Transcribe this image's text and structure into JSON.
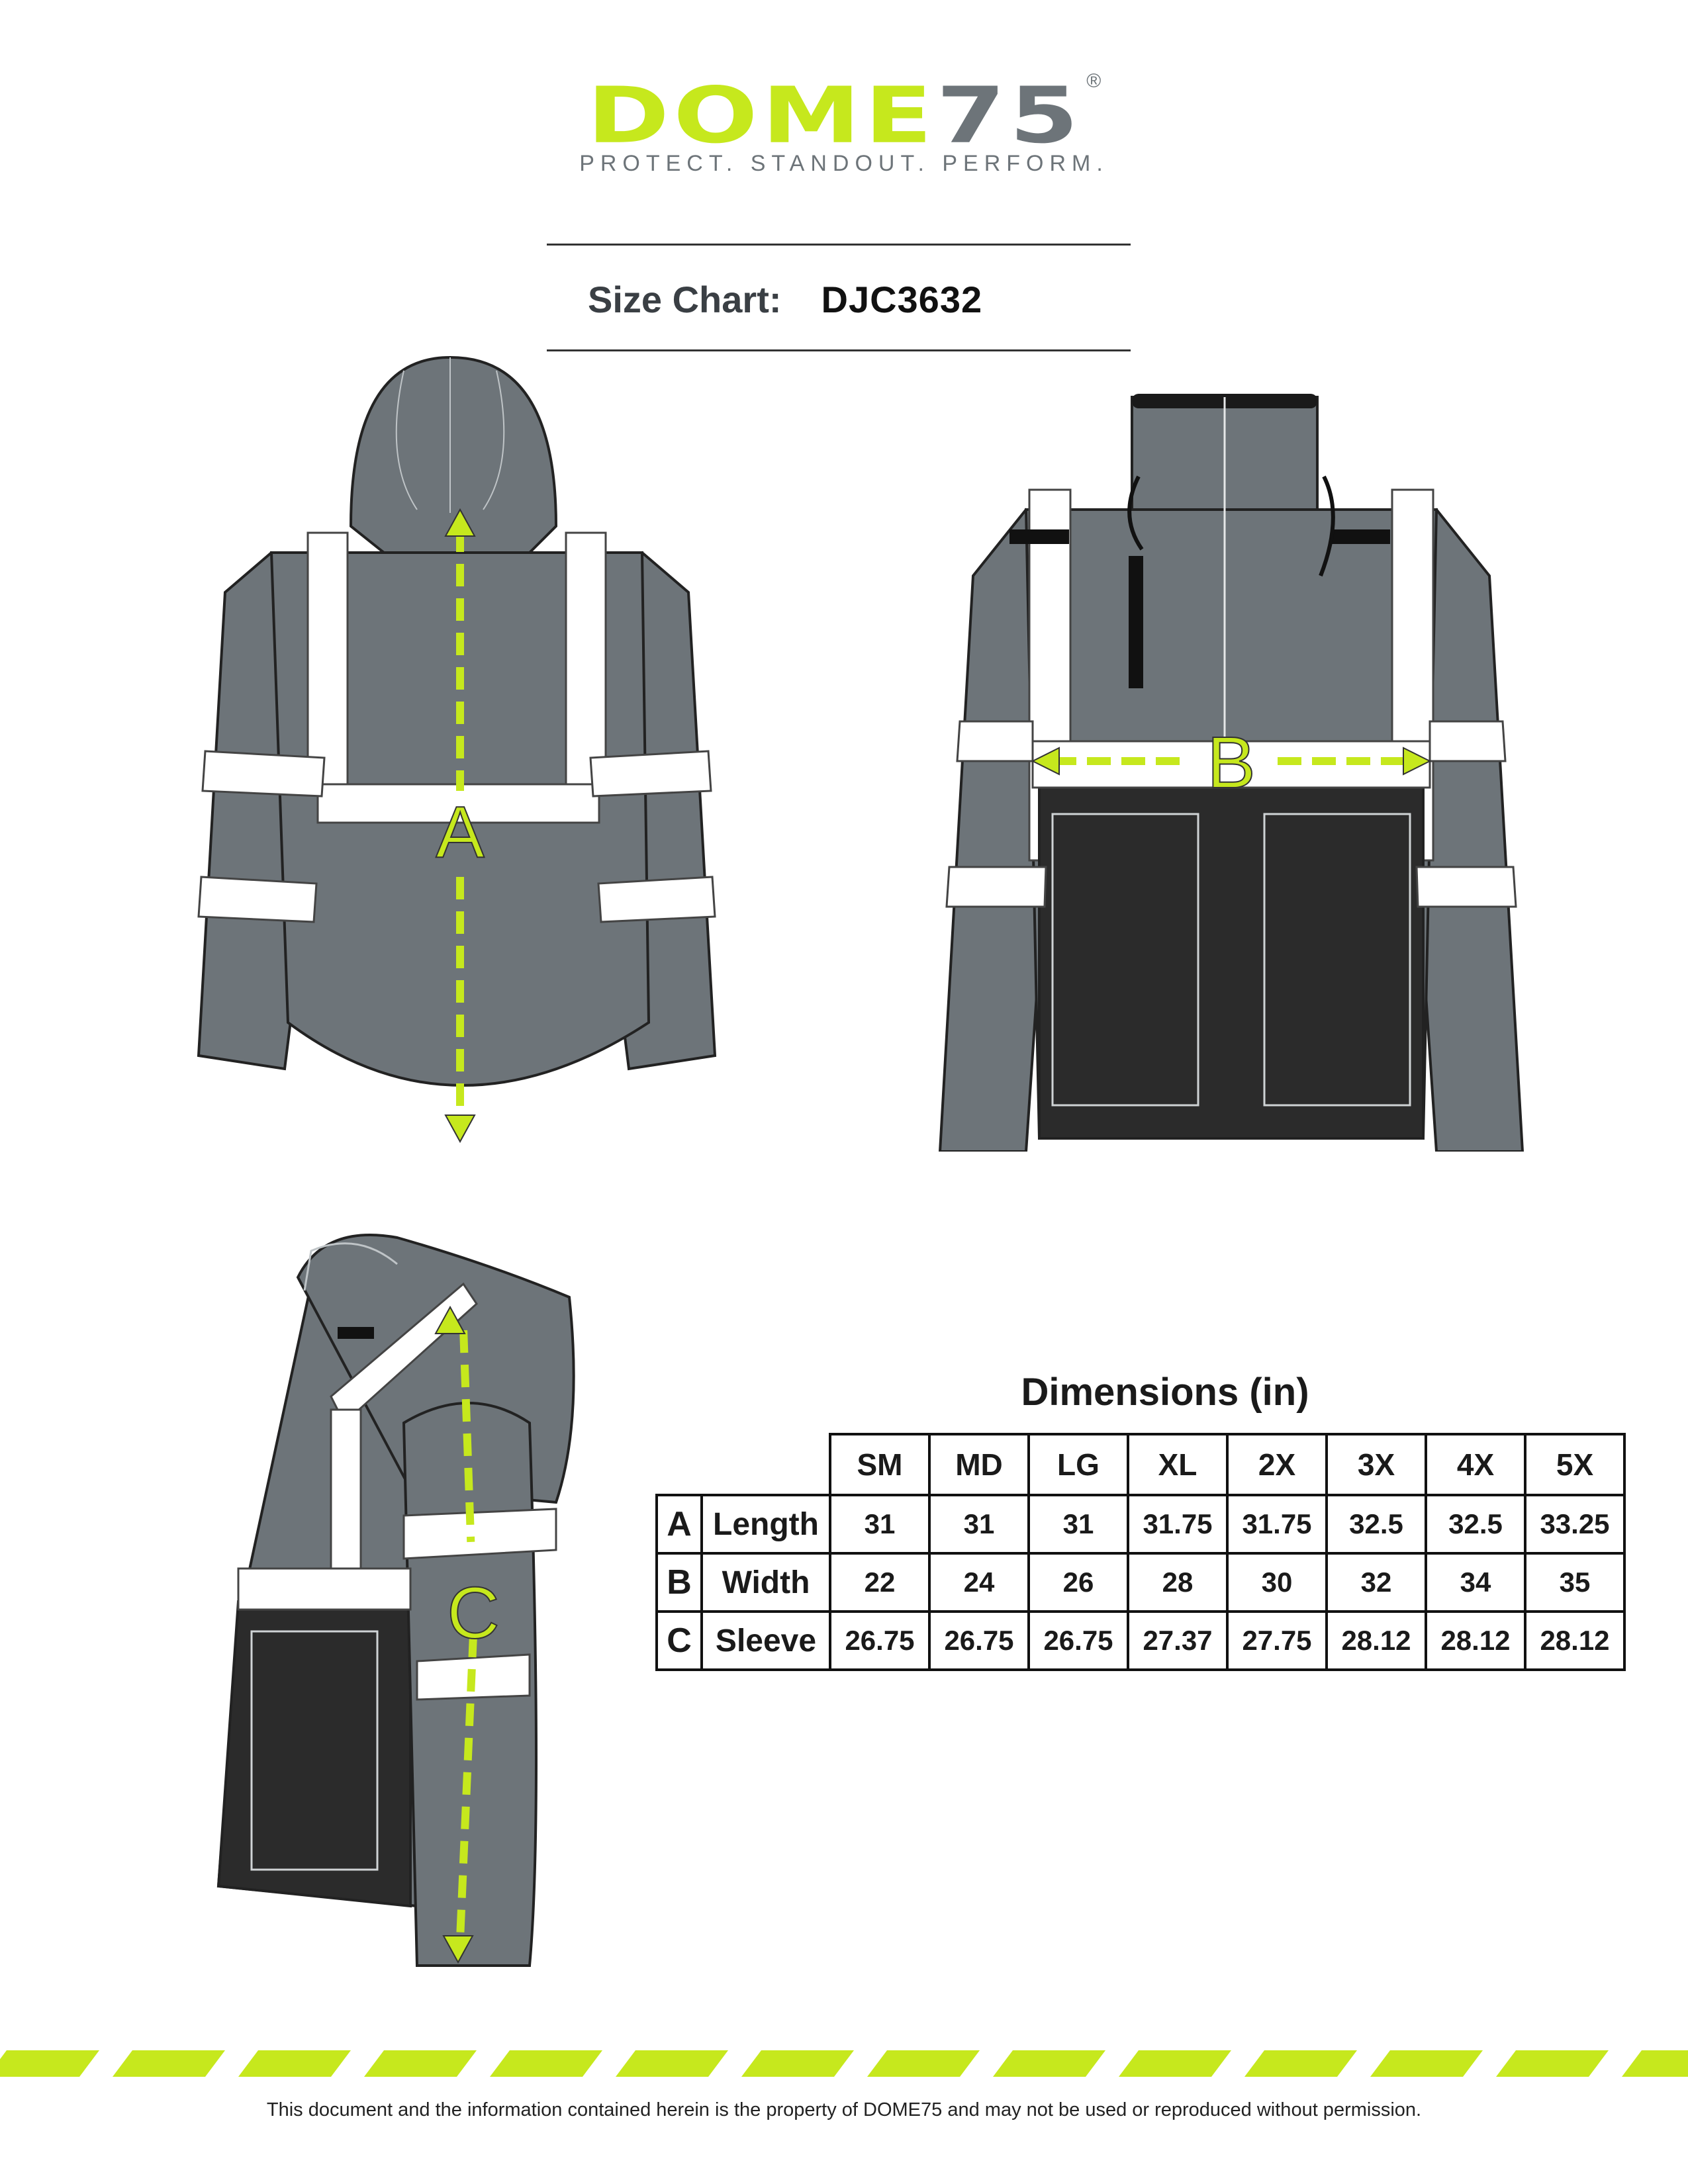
{
  "brand": {
    "logo_text_a": "DOME",
    "logo_text_b": "75",
    "registered": "®",
    "tagline": "PROTECT. STANDOUT. PERFORM."
  },
  "header": {
    "size_chart_label": "Size Chart:",
    "product_code": "DJC3632"
  },
  "figures": {
    "back_label": "A",
    "front_label": "B",
    "side_label": "C"
  },
  "dimensions": {
    "title": "Dimensions (in)",
    "sizes": [
      "SM",
      "MD",
      "LG",
      "XL",
      "2X",
      "3X",
      "4X",
      "5X"
    ],
    "rows": [
      {
        "letter": "A",
        "label": "Length",
        "values": [
          "31",
          "31",
          "31",
          "31.75",
          "31.75",
          "32.5",
          "32.5",
          "33.25"
        ]
      },
      {
        "letter": "B",
        "label": "Width",
        "values": [
          "22",
          "24",
          "26",
          "28",
          "30",
          "32",
          "34",
          "35"
        ]
      },
      {
        "letter": "C",
        "label": "Sleeve",
        "values": [
          "26.75",
          "26.75",
          "26.75",
          "27.37",
          "27.75",
          "28.12",
          "28.12",
          "28.12"
        ]
      }
    ]
  },
  "colors": {
    "accent_green": "#c6e81d",
    "jacket_gray": "#6d7479",
    "jacket_black": "#2b2b2b",
    "reflective": "#ffffff"
  },
  "footer": {
    "disclaimer": "This document and the information contained herein is the property of DOME75 and may not be used or reproduced without permission."
  }
}
